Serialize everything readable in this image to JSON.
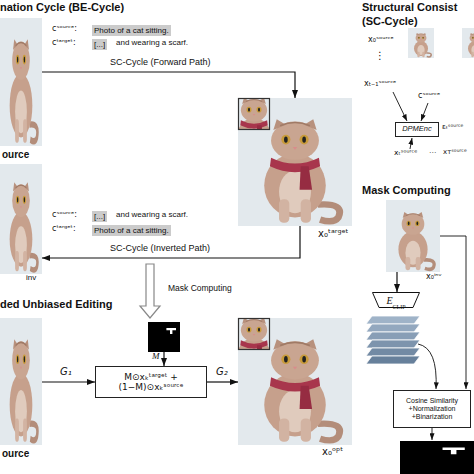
{
  "diagram": {
    "nodes": [
      {
        "text": [
          "ource"
        ]
      },
      {
        "text": [
          "Photo of a cat sitting."
        ]
      },
      {
        "text": [
          "[...]"
        ]
      },
      {
        "text": [
          "x₀ᵗᵃʳᵍᵉᵗ"
        ]
      },
      {
        "text": [
          "inv"
        ]
      },
      {
        "text": [
          "[...]"
        ]
      },
      {
        "text": [
          "Photo of a cat sitting."
        ]
      },
      {
        "text": [
          "M"
        ]
      },
      {
        "text": [
          "M⊙xₖᵗᵃʳᵍᵉᵗ + (1−M)⊙xₖˢᵒᵘʳᶜᵉ"
        ]
      },
      {
        "text": [
          "ource"
        ]
      },
      {
        "text": [
          "x₀ᵒᵖᵗ"
        ]
      },
      {
        "text": [
          "DPMEnc"
        ]
      },
      {
        "text": [
          "x₀ⁱⁿᵛ"
        ]
      },
      {
        "text": [
          "E",
          "CLIP"
        ]
      },
      {
        "text": [
          "Cosine Similarity +Normalization +Binarization"
        ]
      }
    ],
    "edges": [
      {
        "from": 0,
        "to": 3,
        "arrow": "to",
        "label": "SC-Cycle (Forward Path)"
      },
      {
        "from": 3,
        "to": 4,
        "arrow": "to",
        "label": "SC-Cycle (Inverted Path)"
      },
      {
        "from": 9,
        "to": 8,
        "arrow": "to",
        "label": "G₁"
      },
      {
        "from": 7,
        "to": 8,
        "arrow": "to"
      },
      {
        "from": 8,
        "to": 10,
        "arrow": "to",
        "label": "G₂"
      },
      {
        "from": 12,
        "to": 13,
        "arrow": "to"
      }
    ],
    "labels": [
      "nation Cycle (BE-Cycle)",
      "cˢᵒᵘʳᶜᵉ:",
      "cᵗᵃʳᵍᵉᵗ:",
      "and wearing a scarf.",
      "cˢᵒᵘʳᶜᵉ:",
      "and wearing a scarf.",
      "cᵗᵃʳᵍᵉᵗ:",
      "Mask Computing",
      "ded Unbiased Editing",
      "Structural Consist",
      "(SC-Cycle)",
      "x₀ˢᵒᵘʳᶜᵉ",
      "⋮",
      "xₜ₋₁ˢᵒᵘʳᶜᵉ",
      "cˢᵒᵘʳᶜᵉ",
      "εₜˢᵒᵘʳᶜᵉ",
      "xₜˢᵒᵘʳᶜᵉ",
      "···",
      "xᴛˢᵒᵘʳᶜᵉ",
      "Mask Computing"
    ]
  }
}
